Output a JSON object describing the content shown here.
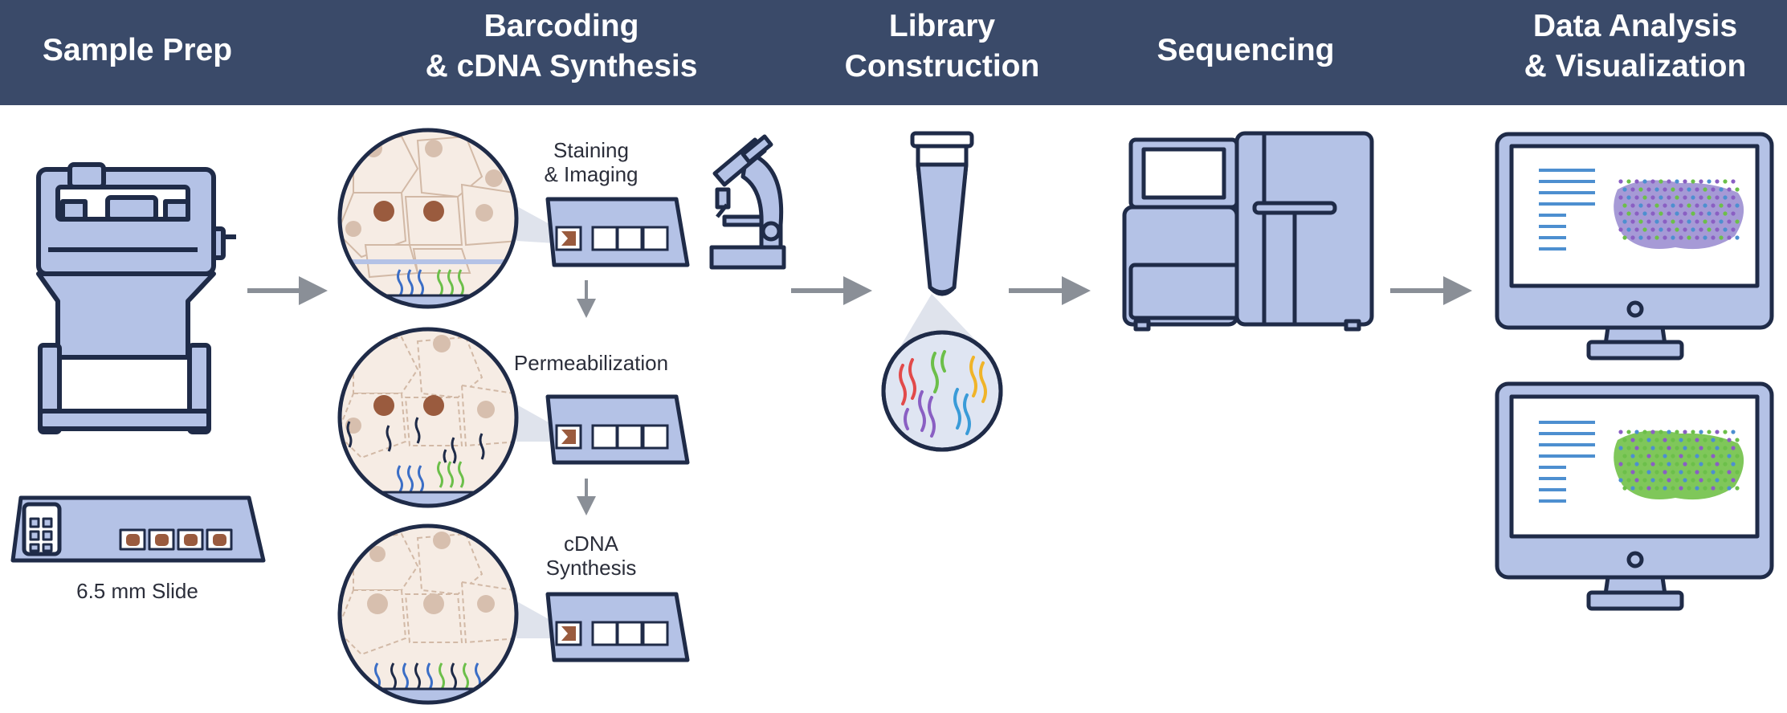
{
  "header": {
    "stages": [
      {
        "line1": "Sample Prep",
        "line2": ""
      },
      {
        "line1": "Barcoding",
        "line2": "& cDNA Synthesis"
      },
      {
        "line1": "Library",
        "line2": "Construction"
      },
      {
        "line1": "Sequencing",
        "line2": ""
      },
      {
        "line1": "Data Analysis",
        "line2": "& Visualization"
      }
    ]
  },
  "labels": {
    "slide": "6.5 mm Slide",
    "staining_1": "Staining",
    "staining_2": "& Imaging",
    "permeabilization": "Permeabilization",
    "cdna_1": "cDNA",
    "cdna_2": "Synthesis"
  },
  "colors": {
    "header_bg": "#3a4a69",
    "outline": "#1f2b48",
    "device_fill": "#b4c2e6",
    "arrow": "#8a8f97",
    "tissue": "#f4e9e1",
    "nucleus": "#8e5537",
    "spot_green": "#6cbf4a",
    "spot_purple": "#8a5fc3",
    "lines": "#4d8fd0"
  },
  "icons": [
    "cryostat-icon",
    "slide-icon",
    "microscope-icon",
    "tube-icon",
    "sequencer-icon",
    "monitor-icon",
    "arrow-right-icon",
    "arrow-down-icon"
  ]
}
